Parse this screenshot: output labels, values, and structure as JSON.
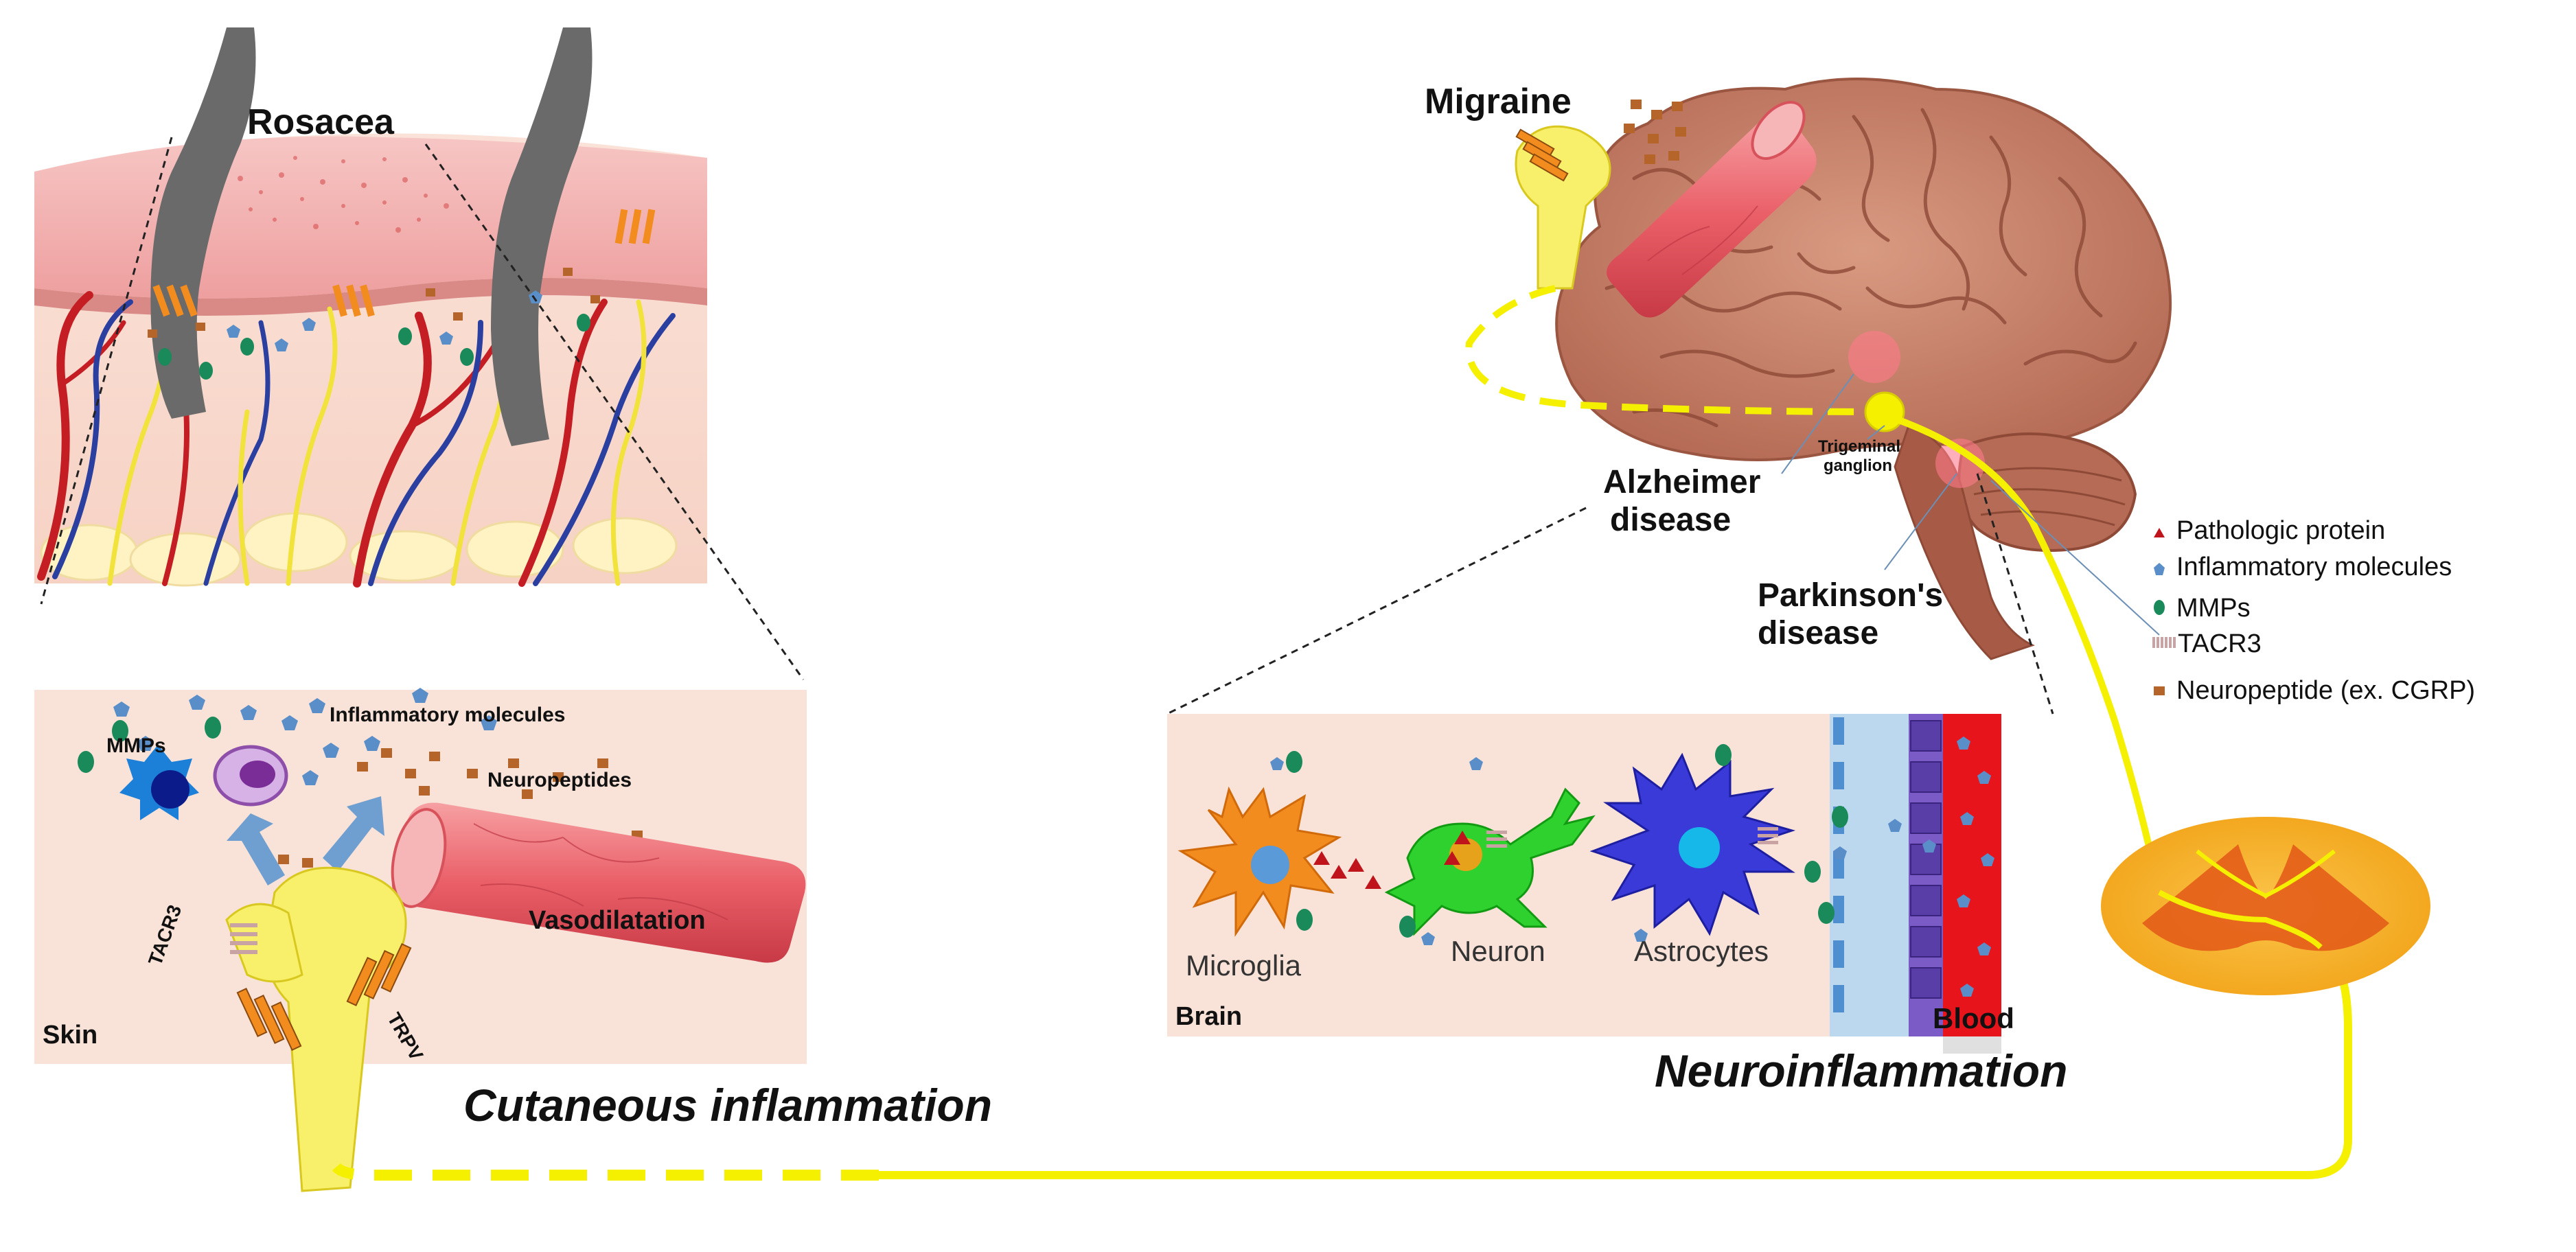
{
  "skin": {
    "rosacea": "Rosacea",
    "inset": {
      "inflammatory_molecules": "Inflammatory molecules",
      "mmps": "MMPs",
      "neuropeptides": "Neuropeptides",
      "vasodilatation": "Vasodilatation",
      "tacr3": "TACR3",
      "trpv": "TRPV",
      "skin": "Skin"
    },
    "caption": "Cutaneous inflammation"
  },
  "brain": {
    "migraine": "Migraine",
    "alzheimer_line1": "Alzheimer",
    "alzheimer_line2": "disease",
    "trigeminal_line1": "Trigeminal",
    "trigeminal_line2": "ganglion",
    "parkinson_line1": "Parkinson's",
    "parkinson_line2": "disease",
    "inset": {
      "microglia": "Microglia",
      "neuron": "Neuron",
      "astrocytes": "Astrocytes",
      "brain": "Brain",
      "blood": "Blood"
    },
    "caption": "Neuroinflammation"
  },
  "legend": [
    {
      "label": "Pathologic protein",
      "icon": "red-triangle-icon",
      "color": "#c0141c"
    },
    {
      "label": "Inflammatory molecules",
      "icon": "blue-pentagon-icon",
      "color": "#5a8ec9"
    },
    {
      "label": "MMPs",
      "icon": "green-leaf-icon",
      "color": "#1a8a5a"
    },
    {
      "label": "TACR3",
      "icon": "receptor-comb-icon",
      "color": "#c9a3a3"
    },
    {
      "label": "Neuropeptide (ex. CGRP)",
      "icon": "brown-square-icon",
      "color": "#b5652a"
    }
  ],
  "colors": {
    "nerve": "#f5f03a",
    "vessel": "#e9606a",
    "skin_panel": "#f9e3d8",
    "blood": "#e8141c"
  }
}
